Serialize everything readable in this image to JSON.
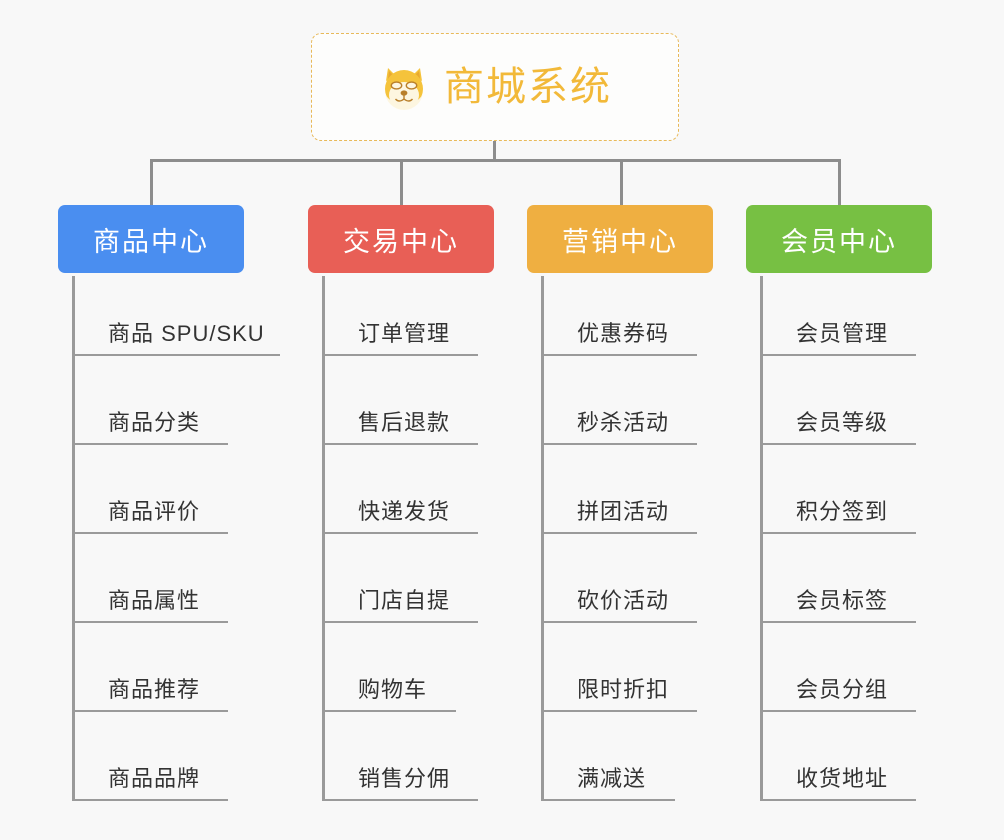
{
  "background_color": "#f8f8f8",
  "root": {
    "icon": "shiba-dog-face-emoji",
    "title": "商城系统",
    "title_color": "#f2b939",
    "border_color": "#e8b959"
  },
  "connector_color": "#8d8d8d",
  "columns": [
    {
      "header": {
        "label": "商品中心",
        "color": "#4a8ef0"
      },
      "items": [
        {
          "label": "商品 SPU/SKU",
          "line_width": 208
        },
        {
          "label": "商品分类",
          "line_width": 156
        },
        {
          "label": "商品评价",
          "line_width": 156
        },
        {
          "label": "商品属性",
          "line_width": 156
        },
        {
          "label": "商品推荐",
          "line_width": 156
        },
        {
          "label": "商品品牌",
          "line_width": 156
        }
      ]
    },
    {
      "header": {
        "label": "交易中心",
        "color": "#e85f56"
      },
      "items": [
        {
          "label": "订单管理",
          "line_width": 156
        },
        {
          "label": "售后退款",
          "line_width": 156
        },
        {
          "label": "快递发货",
          "line_width": 156
        },
        {
          "label": "门店自提",
          "line_width": 156
        },
        {
          "label": "购物车",
          "line_width": 134
        },
        {
          "label": "销售分佣",
          "line_width": 156
        }
      ]
    },
    {
      "header": {
        "label": "营销中心",
        "color": "#efaf41"
      },
      "items": [
        {
          "label": "优惠券码",
          "line_width": 156
        },
        {
          "label": "秒杀活动",
          "line_width": 156
        },
        {
          "label": "拼团活动",
          "line_width": 156
        },
        {
          "label": "砍价活动",
          "line_width": 156
        },
        {
          "label": "限时折扣",
          "line_width": 156
        },
        {
          "label": "满减送",
          "line_width": 134
        }
      ]
    },
    {
      "header": {
        "label": "会员中心",
        "color": "#77c043"
      },
      "items": [
        {
          "label": "会员管理",
          "line_width": 156
        },
        {
          "label": "会员等级",
          "line_width": 156
        },
        {
          "label": "积分签到",
          "line_width": 156
        },
        {
          "label": "会员标签",
          "line_width": 156
        },
        {
          "label": "会员分组",
          "line_width": 156
        },
        {
          "label": "收货地址",
          "line_width": 156
        }
      ]
    }
  ]
}
